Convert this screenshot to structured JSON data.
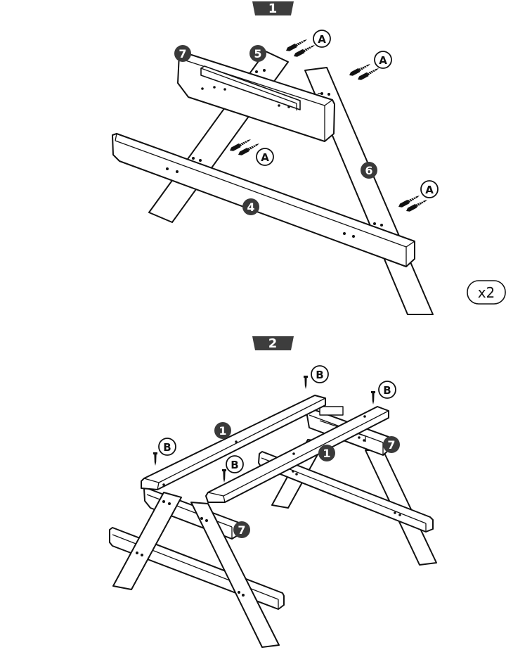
{
  "steps": [
    {
      "number": "1",
      "multiplier": "x2",
      "parts": [
        "7",
        "5",
        "6",
        "4"
      ],
      "hardware_label": "A"
    },
    {
      "number": "2",
      "parts": [
        "1",
        "1",
        "7",
        "7"
      ],
      "hardware_label": "B"
    }
  ],
  "colors": {
    "badge_fill": "#3a3a3a",
    "step_header_fill": "#3d3d3d",
    "line": "#111111",
    "background": "#ffffff"
  }
}
